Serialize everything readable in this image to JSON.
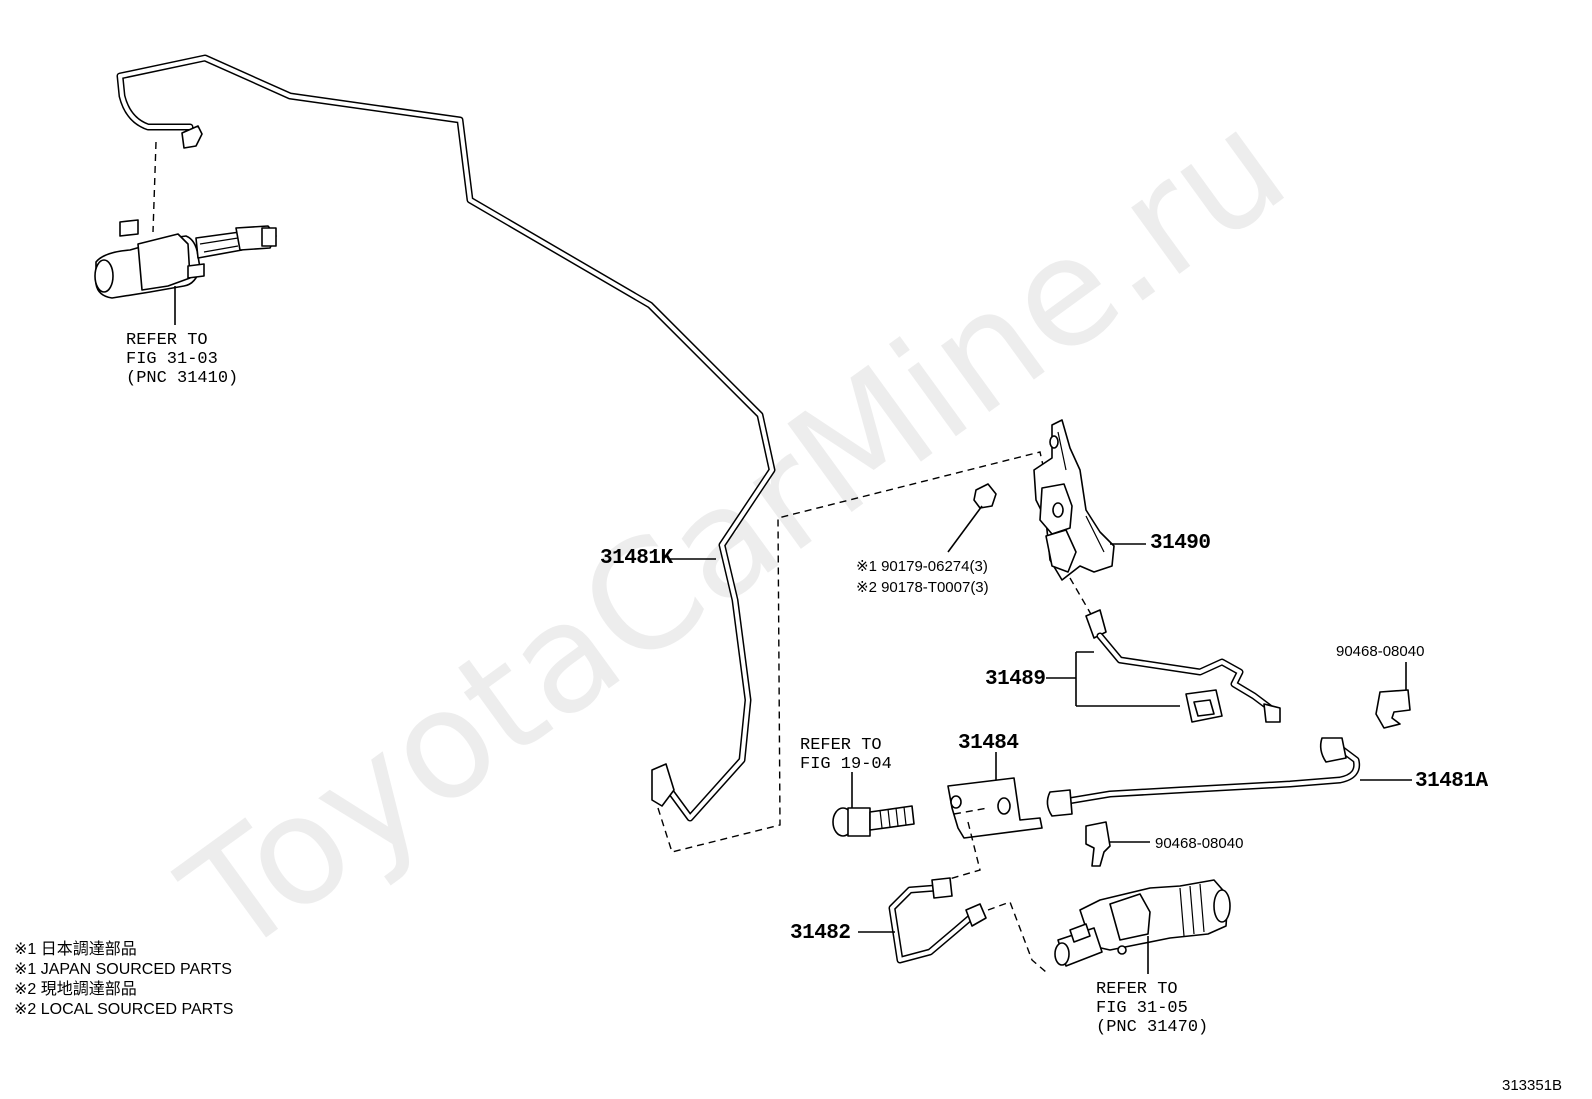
{
  "watermark": "ToyotaCarMine.ru",
  "refs": {
    "master_cylinder": {
      "line1": "REFER TO",
      "line2": "FIG 31-03",
      "line3": "(PNC 31410)"
    },
    "bolt": {
      "line1": "REFER TO",
      "line2": "FIG 19-04"
    },
    "release_cylinder": {
      "line1": "REFER TO",
      "line2": "FIG 31-05",
      "line3": "(PNC 31470)"
    }
  },
  "parts": {
    "tube_main": "31481K",
    "bracket_upper": "31490",
    "hose_bundle": "31489",
    "clip_upper": "90468-08040",
    "bracket_lower": "31484",
    "hose_lower": "31481A",
    "clip_lower": "90468-08040",
    "tube_short": "31482"
  },
  "fasteners": {
    "line1": "※1  90179-06274(3)",
    "line2": "※2  90178-T0007(3)"
  },
  "legend": [
    "※1  日本調達部品",
    "※1  JAPAN SOURCED PARTS",
    "※2  現地調達部品",
    "※2  LOCAL SOURCED PARTS"
  ],
  "figure_code": "313351B"
}
